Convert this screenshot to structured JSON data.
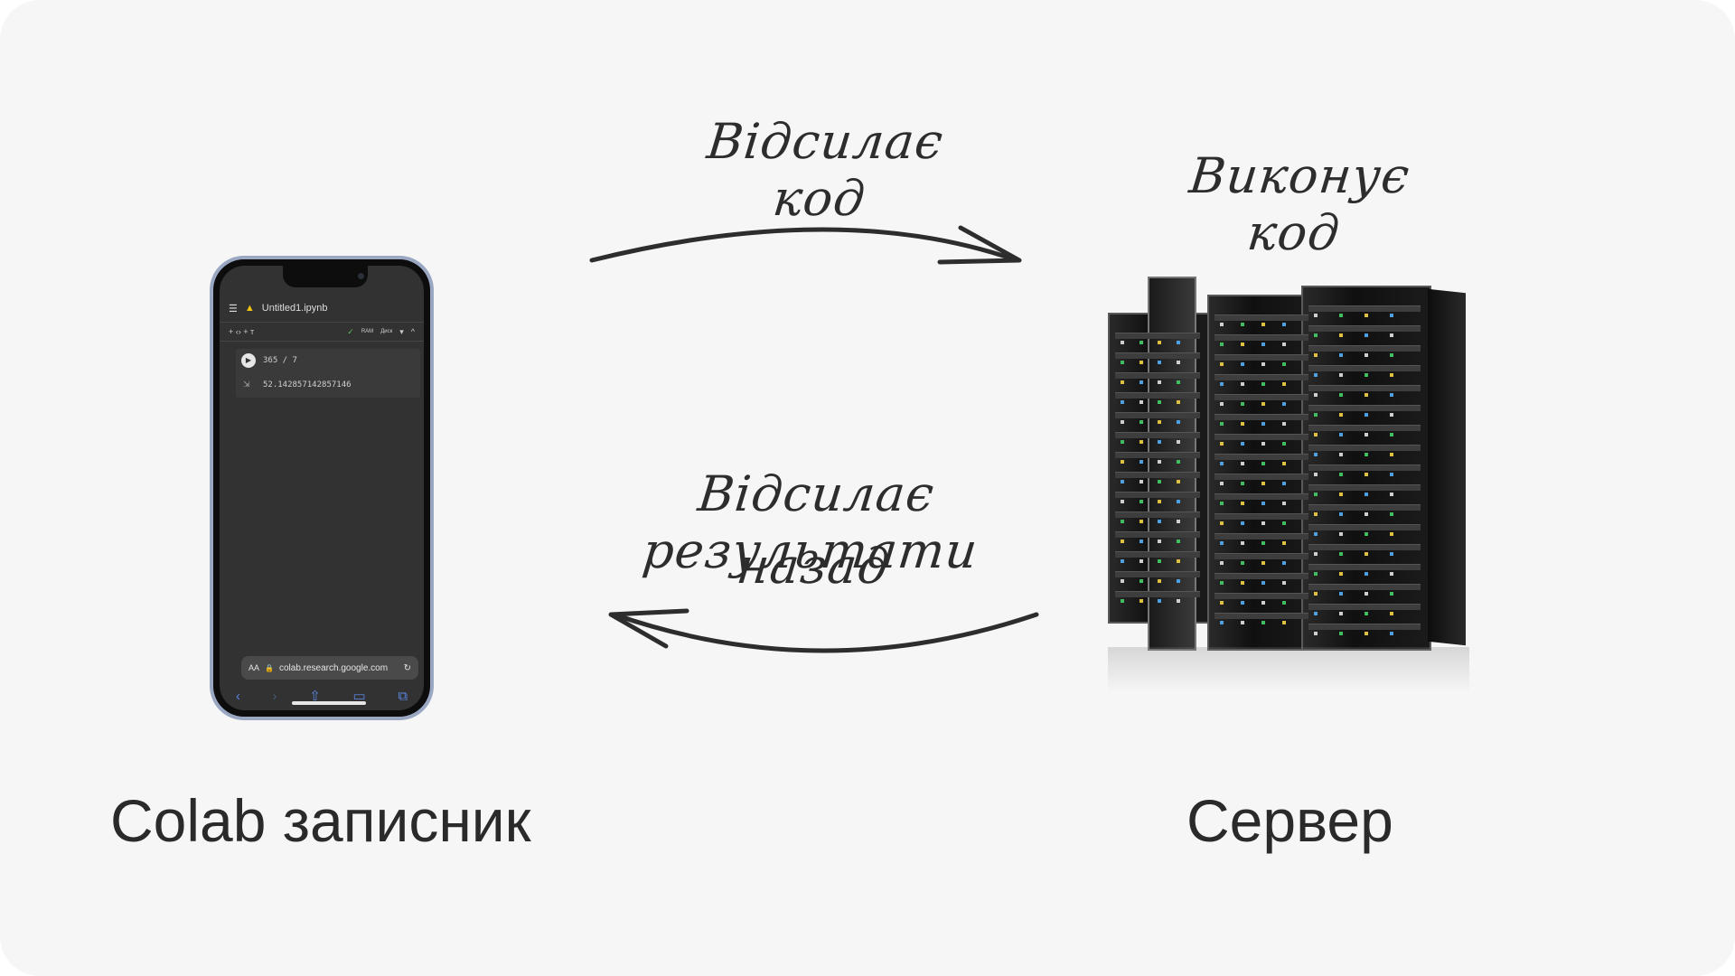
{
  "labels": {
    "sends_code": "Відсилає код",
    "executes_code": "Виконує код",
    "sends_results_line1": "Відсилає результати",
    "sends_results_line2": "назад",
    "colab_notebook": "Colab записник",
    "server": "Сервер"
  },
  "phone": {
    "notebook_title": "Untitled1.ipynb",
    "toolbar_left": "+ ‹›  + т",
    "toolbar_ram": "RAM",
    "toolbar_disk": "Диск",
    "code": "365 / 7",
    "output": "52.142857142857146",
    "url": "colab.research.google.com",
    "text_size": "AA"
  },
  "colors": {
    "background": "#f6f6f6",
    "text": "#2d2d2d",
    "phone_frame": "#9aa7c2",
    "safari_accent": "#5b86e5"
  }
}
